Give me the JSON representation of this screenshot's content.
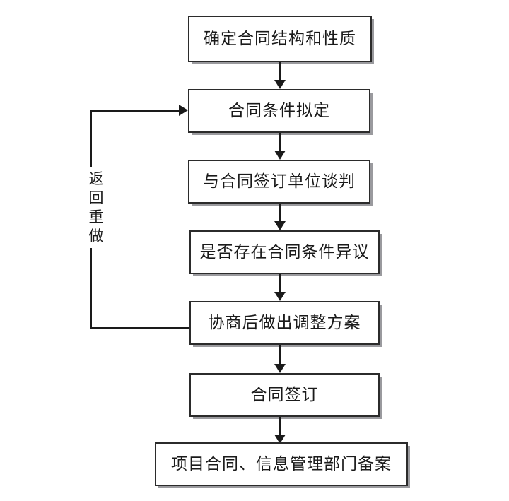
{
  "chart_data": {
    "type": "diagram",
    "title": "",
    "diagram_kind": "flowchart",
    "orientation": "top-to-bottom",
    "nodes": [
      {
        "id": "n1",
        "label": "确定合同结构和性质",
        "shape": "rectangle"
      },
      {
        "id": "n2",
        "label": "合同条件拟定",
        "shape": "rectangle"
      },
      {
        "id": "n3",
        "label": "与合同签订单位谈判",
        "shape": "rectangle"
      },
      {
        "id": "n4",
        "label": "是否存在合同条件异议",
        "shape": "rectangle"
      },
      {
        "id": "n5",
        "label": "协商后做出调整方案",
        "shape": "rectangle"
      },
      {
        "id": "n6",
        "label": "合同签订",
        "shape": "rectangle"
      },
      {
        "id": "n7",
        "label": "项目合同、信息管理部门备案",
        "shape": "rectangle"
      }
    ],
    "edges": [
      {
        "from": "n1",
        "to": "n2",
        "label": "",
        "style": "arrow-down"
      },
      {
        "from": "n2",
        "to": "n3",
        "label": "",
        "style": "arrow-down"
      },
      {
        "from": "n3",
        "to": "n4",
        "label": "",
        "style": "arrow-down"
      },
      {
        "from": "n4",
        "to": "n5",
        "label": "",
        "style": "arrow-down"
      },
      {
        "from": "n5",
        "to": "n6",
        "label": "",
        "style": "arrow-down"
      },
      {
        "from": "n6",
        "to": "n7",
        "label": "",
        "style": "arrow-down"
      },
      {
        "from": "n5",
        "to": "n2",
        "label": "返回重做",
        "style": "feedback-loop-left"
      }
    ],
    "colors": {
      "node_fill": "#ffffff",
      "node_border": "#2b2b2b",
      "node_shadow": "#9a9a9e",
      "connector": "#1a1a1a",
      "text": "#1a1a1a",
      "background": "#ffffff"
    }
  },
  "flow": {
    "node1": "确定合同结构和性质",
    "node2": "合同条件拟定",
    "node3": "与合同签订单位谈判",
    "node4": "是否存在合同条件异议",
    "node5": "协商后做出调整方案",
    "node6": "合同签订",
    "node7": "项目合同、信息管理部门备案",
    "loop_label": "返回重做"
  }
}
